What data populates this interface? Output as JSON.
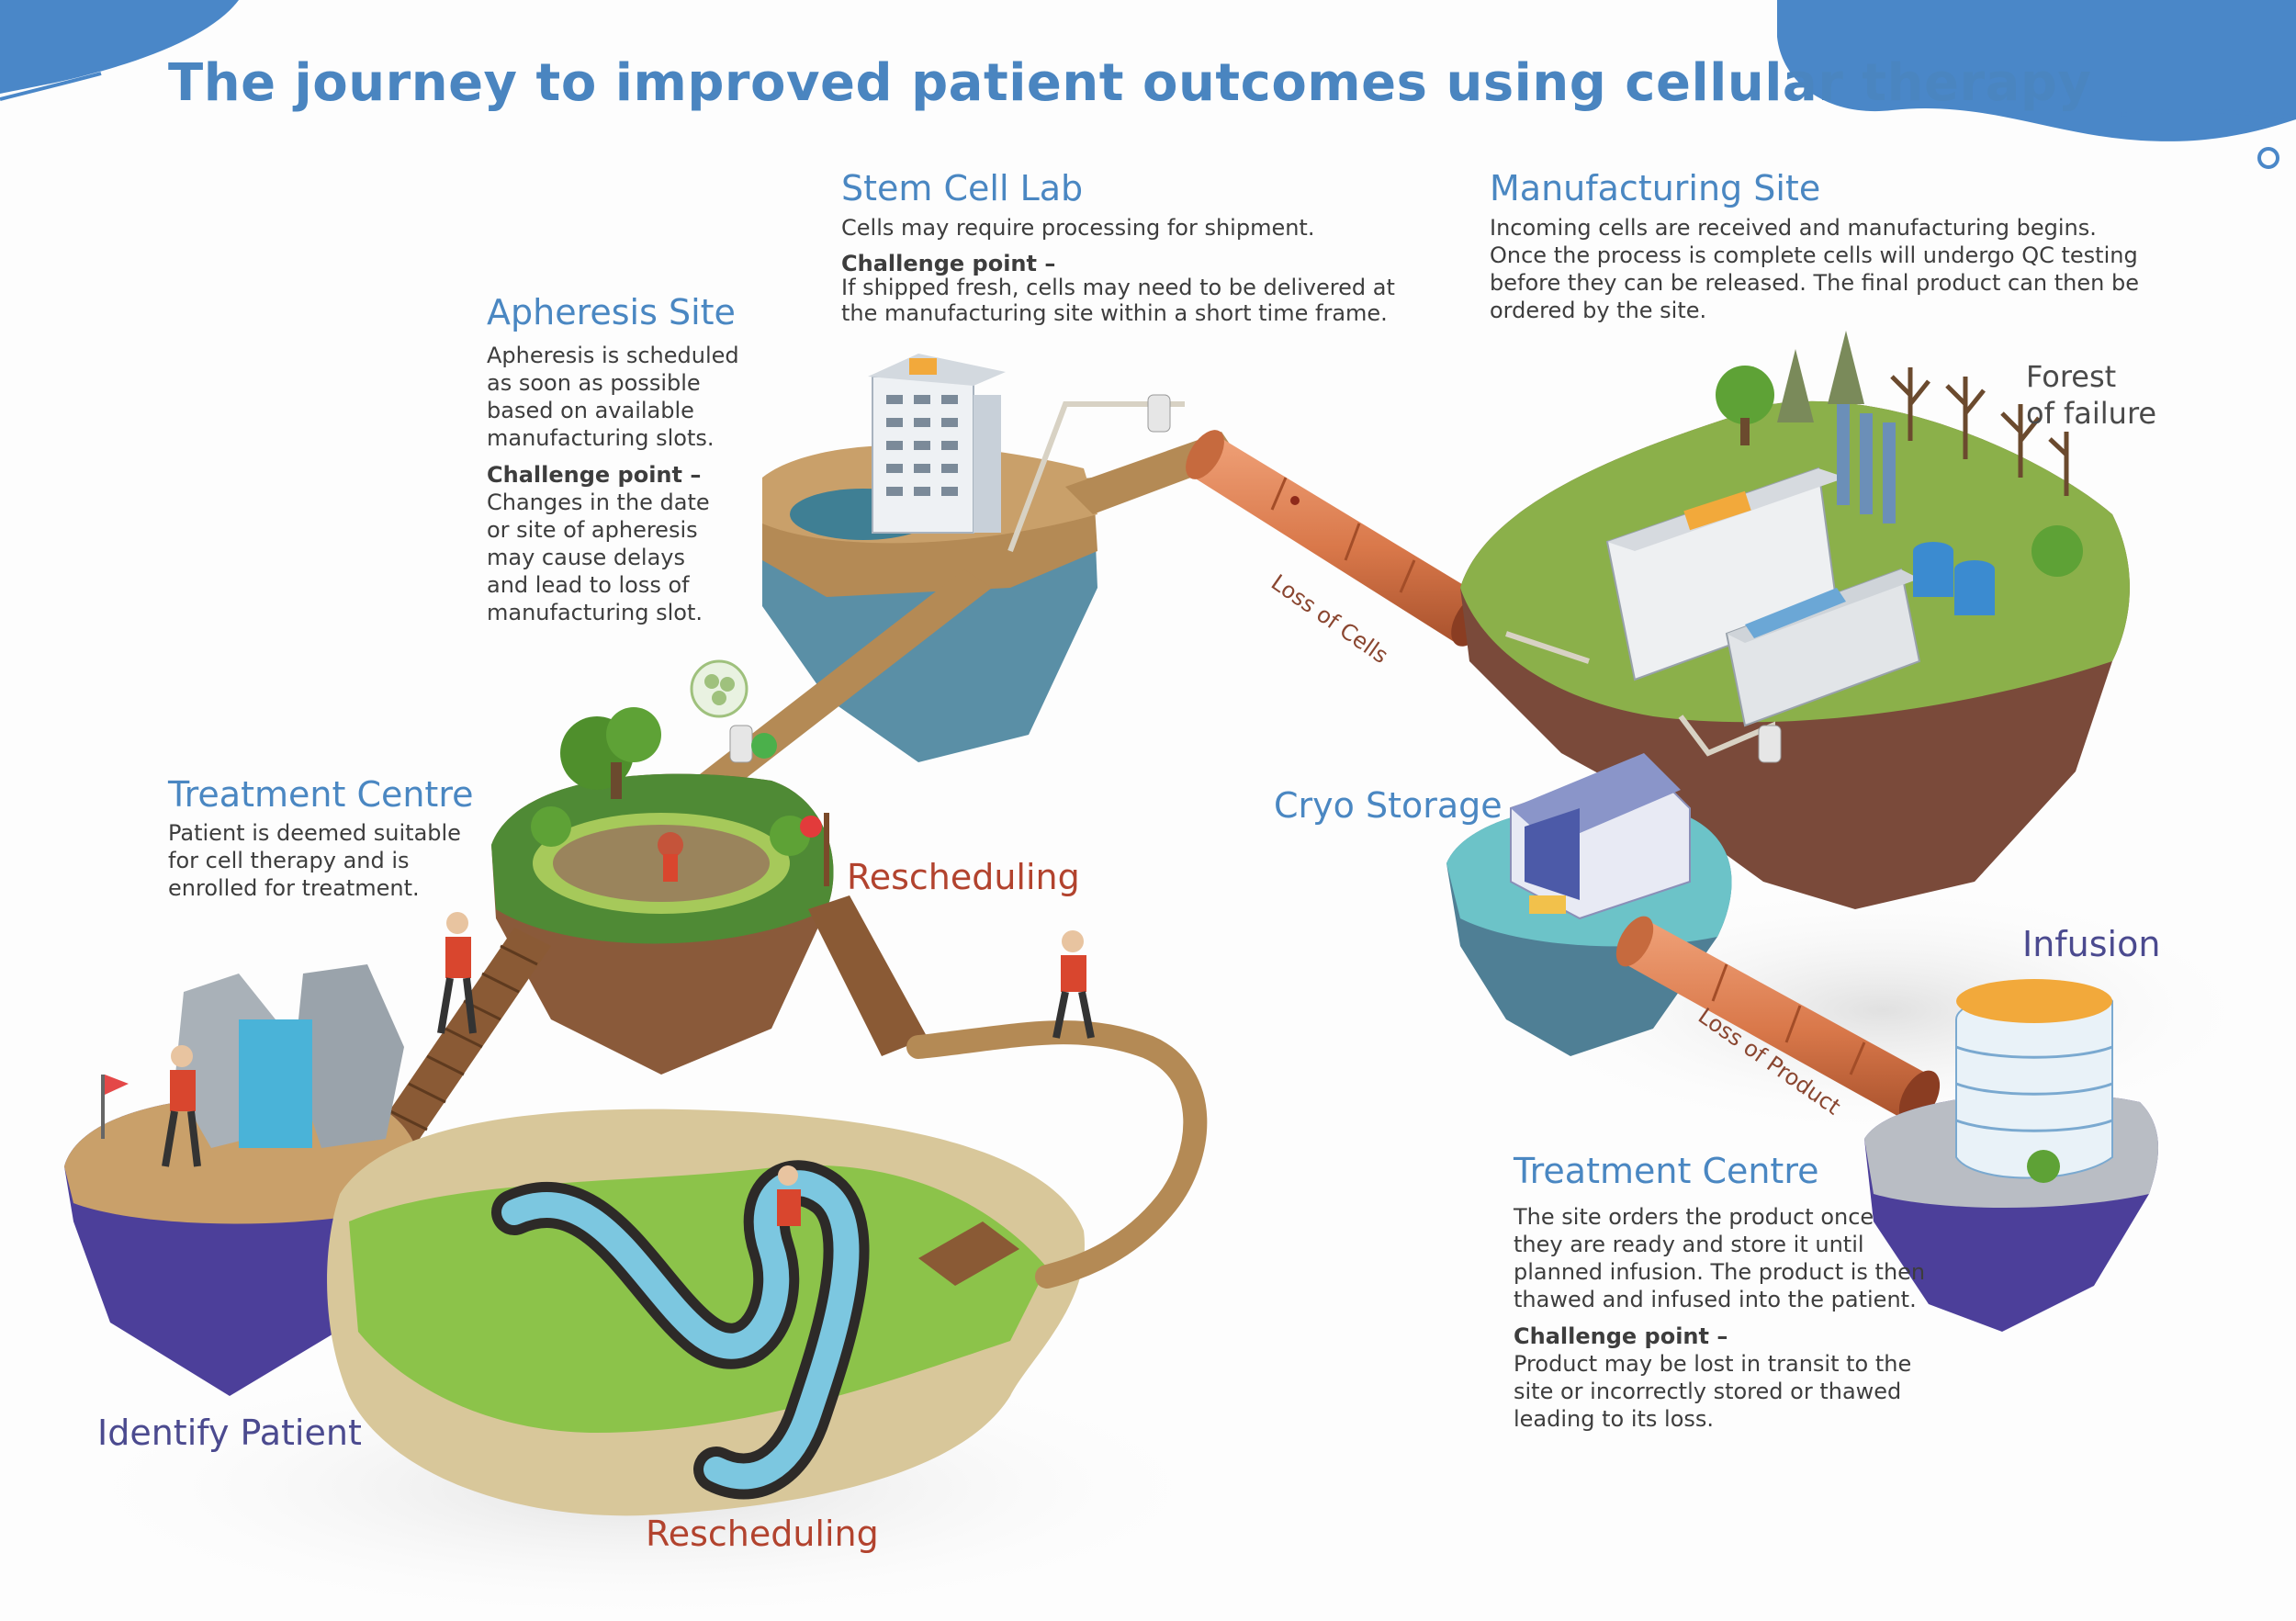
{
  "title": "The journey to improved patient outcomes using cellular therapy",
  "colors": {
    "heading_blue": "#4a87c2",
    "title_blue": "#4a85c0",
    "rescheduling_red": "#b2432e",
    "navy": "#4b4a8f",
    "pipe_orange": "#d9784a"
  },
  "sections": {
    "stem_cell_lab": {
      "heading": "Stem Cell Lab",
      "text": "Cells may require processing for shipment.",
      "challenge_label": "Challenge point –",
      "challenge_line1": "If shipped fresh, cells may need to be delivered at",
      "challenge_line2": "the manufacturing site within a short time frame."
    },
    "manufacturing_site": {
      "heading": "Manufacturing Site",
      "line1": "Incoming cells are received and manufacturing begins.",
      "line2": "Once the process is complete cells will undergo QC testing",
      "line3": "before they can be released. The final product can then be",
      "line4": "ordered by the site."
    },
    "apheresis_site": {
      "heading": "Apheresis Site",
      "lines": [
        "Apheresis is scheduled",
        "as soon as possible",
        "based on available",
        "manufacturing slots."
      ],
      "challenge_label": "Challenge point –",
      "challenge_lines": [
        "Changes in the date",
        "or site of apheresis",
        "may cause delays",
        "and lead to loss of",
        "manufacturing slot."
      ]
    },
    "treatment_centre_1": {
      "heading": "Treatment Centre",
      "lines": [
        "Patient is deemed suitable",
        "for cell therapy and is",
        "enrolled for treatment."
      ]
    },
    "treatment_centre_2": {
      "heading": "Treatment Centre",
      "lines": [
        "The site orders the product once",
        "they are ready and store it until",
        "planned infusion. The product is then",
        "thawed and infused into the patient."
      ],
      "challenge_label": "Challenge point –",
      "challenge_lines": [
        "Product may be lost in transit to the",
        "site or incorrectly stored or thawed",
        "leading to its loss."
      ]
    }
  },
  "labels": {
    "forest_line1": "Forest",
    "forest_line2": "of failure",
    "cryo_storage": "Cryo Storage",
    "infusion": "Infusion",
    "rescheduling_top": "Rescheduling",
    "rescheduling_bottom": "Rescheduling",
    "identify_patient": "Identify Patient",
    "loss_of_cells": "Loss of Cells",
    "loss_of_product": "Loss of Product"
  }
}
